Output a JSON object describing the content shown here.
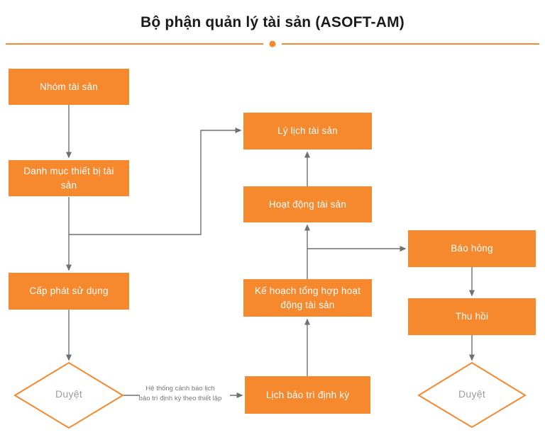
{
  "title": "Bộ phận quản lý tài sản (ASOFT-AM)",
  "colors": {
    "accent": "#F6882E",
    "connector": "#6F7072",
    "node_text": "#FFFFFF",
    "decision_text": "#9C9C9C",
    "note_text": "#797A7C",
    "title_text": "#1B1B1B",
    "background": "#FFFFFF"
  },
  "nodes": {
    "asset_group": {
      "label": "Nhóm tài sản"
    },
    "device_catalog": {
      "label": "Danh mục thiết bị tài sản"
    },
    "allocation": {
      "label": "Cấp phát sử dụng"
    },
    "asset_profile": {
      "label": "Lý lịch tài sản"
    },
    "asset_activity": {
      "label": "Hoạt động tài sản"
    },
    "summary_plan": {
      "label": "Kế hoạch tổng hợp hoạt động tài sản"
    },
    "maintenance_schedule": {
      "label": "Lịch bảo trì định kỳ"
    },
    "damage_report": {
      "label": "Báo hỏng"
    },
    "recall": {
      "label": "Thu hồi"
    },
    "approve_left": {
      "label": "Duyệt"
    },
    "approve_right": {
      "label": "Duyệt"
    }
  },
  "note": {
    "line1": "Hệ thống cảnh báo lịch",
    "line2": "bảo trì định kỳ theo thiết lập"
  }
}
